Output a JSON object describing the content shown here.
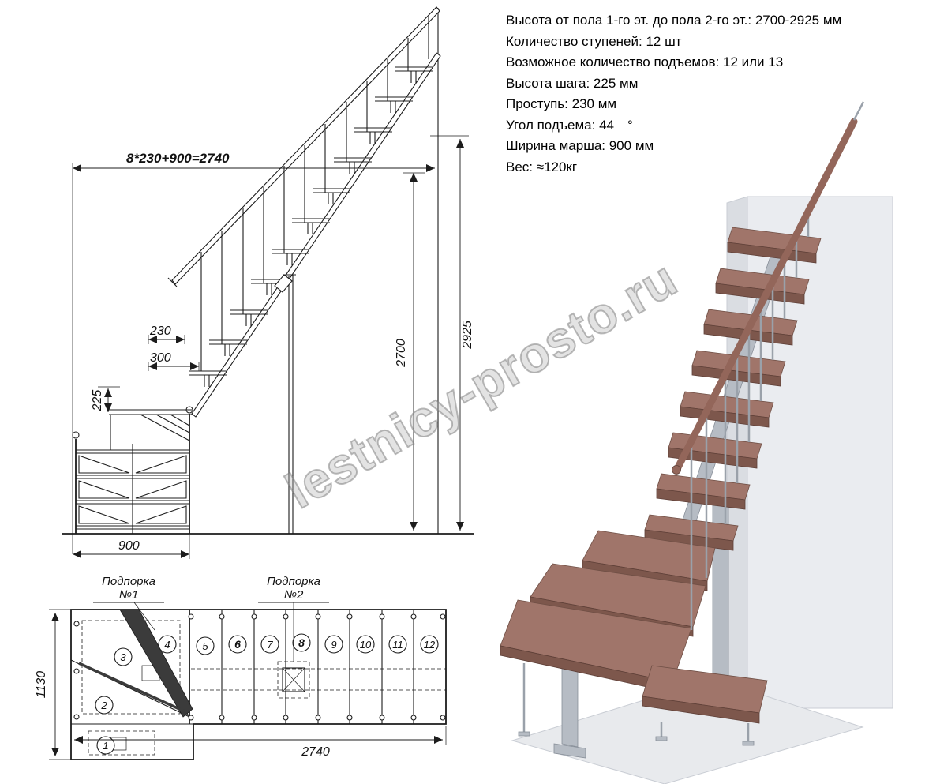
{
  "specs": {
    "lines": [
      "Высота от пола 1-го эт. до пола 2-го эт.: 2700-2925 мм",
      "Количество ступеней: 12 шт",
      "Возможное количество подъемов: 12 или 13",
      "Высота шага: 225 мм",
      "Проступь: 230 мм",
      "Угол подъема: 44  °",
      "Ширина марша: 900 мм",
      "Вес: ≈120кг"
    ]
  },
  "watermark": {
    "text": "lestnicy-prosto.ru"
  },
  "side": {
    "dim_formula": "8*230+900=2740",
    "dim_230": "230",
    "dim_300": "300",
    "dim_225": "225",
    "dim_2925": "2925",
    "dim_2700": "2700",
    "dim_900": "900"
  },
  "plan": {
    "support1_l1": "Подпорка",
    "support1_l2": "№1",
    "support2_l1": "Подпорка",
    "support2_l2": "№2",
    "dim_1130": "1130",
    "dim_2740": "2740",
    "steps": [
      "1",
      "2",
      "3",
      "4",
      "5",
      "6",
      "7",
      "8",
      "9",
      "10",
      "11",
      "12"
    ]
  },
  "colors": {
    "wood_top": "#a0756a",
    "wood_front": "#7d574c",
    "metal": "#b6bcc4",
    "wall": "#eaecf0",
    "floor": "#e8eaed",
    "line": "#1c1c1c",
    "watermark": "#9c9c9c"
  }
}
